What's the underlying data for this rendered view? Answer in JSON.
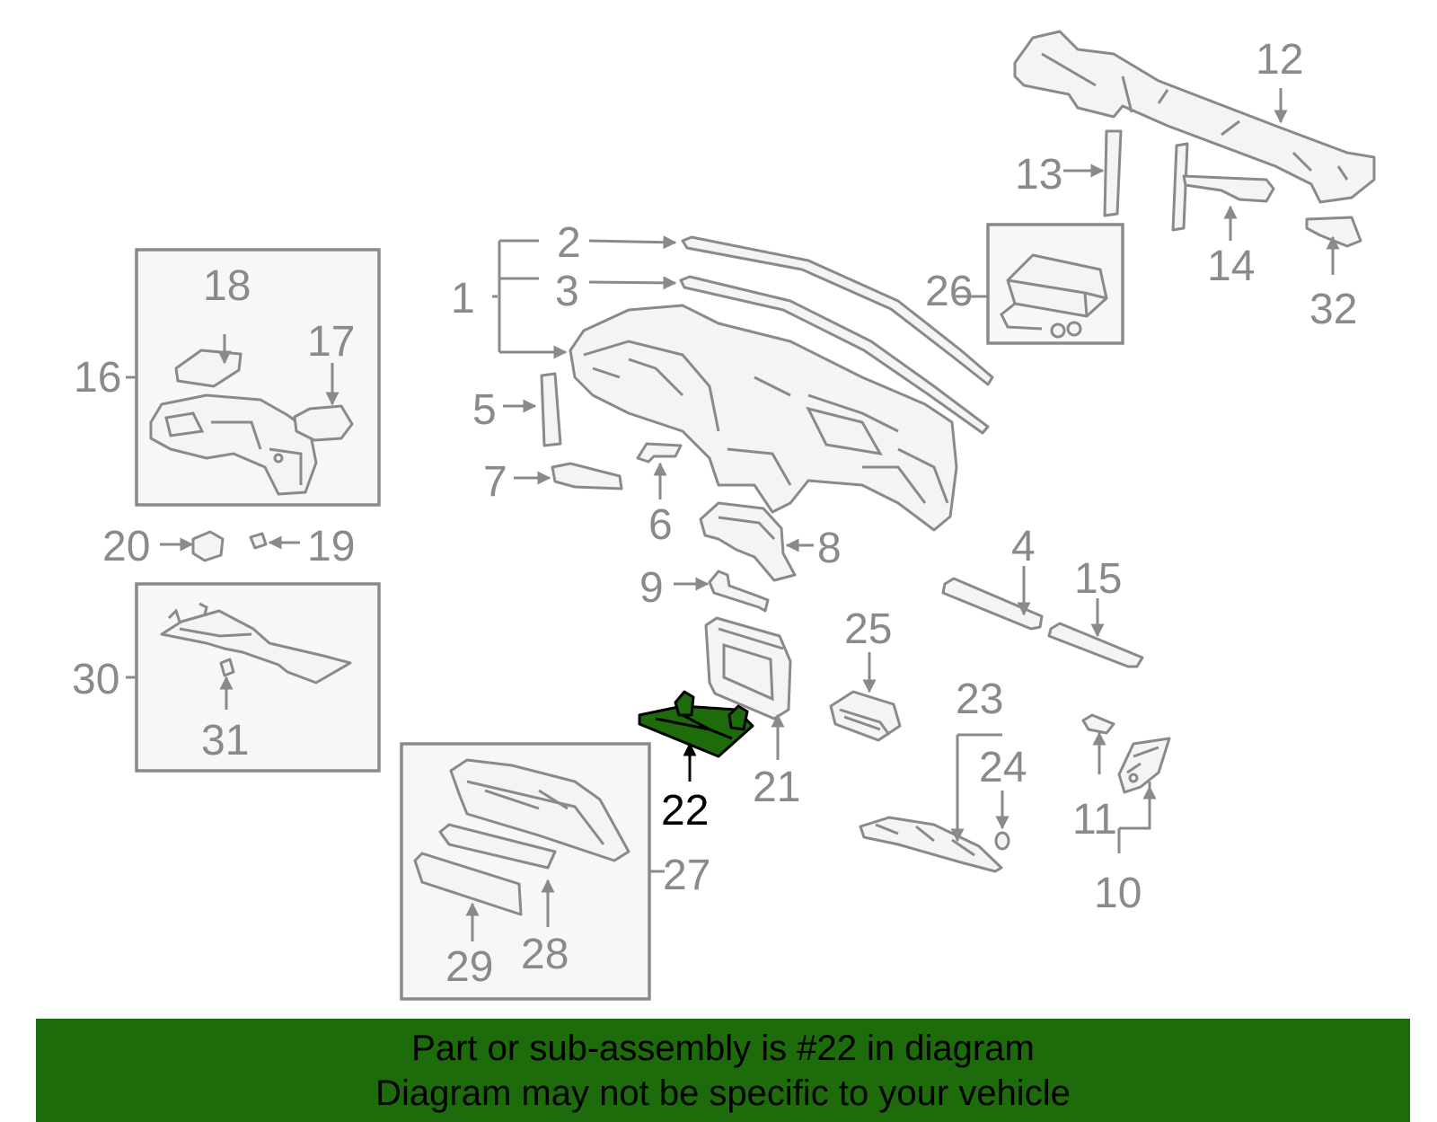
{
  "diagram": {
    "highlight_color": "#1e6b0b",
    "labels": {
      "n1": "1",
      "n2": "2",
      "n3": "3",
      "n4": "4",
      "n5": "5",
      "n6": "6",
      "n7": "7",
      "n8": "8",
      "n9": "9",
      "n10": "10",
      "n11": "11",
      "n12": "12",
      "n13": "13",
      "n14": "14",
      "n15": "15",
      "n16": "16",
      "n17": "17",
      "n18": "18",
      "n19": "19",
      "n20": "20",
      "n21": "21",
      "n22": "22",
      "n23": "23",
      "n24": "24",
      "n25": "25",
      "n26": "26",
      "n27": "27",
      "n28": "28",
      "n29": "29",
      "n30": "30",
      "n31": "31",
      "n32": "32"
    }
  },
  "banner": {
    "background": "#1e6b0b",
    "line1": "Part or sub-assembly is #22 in diagram",
    "line2": "Diagram may not be specific to your vehicle"
  }
}
